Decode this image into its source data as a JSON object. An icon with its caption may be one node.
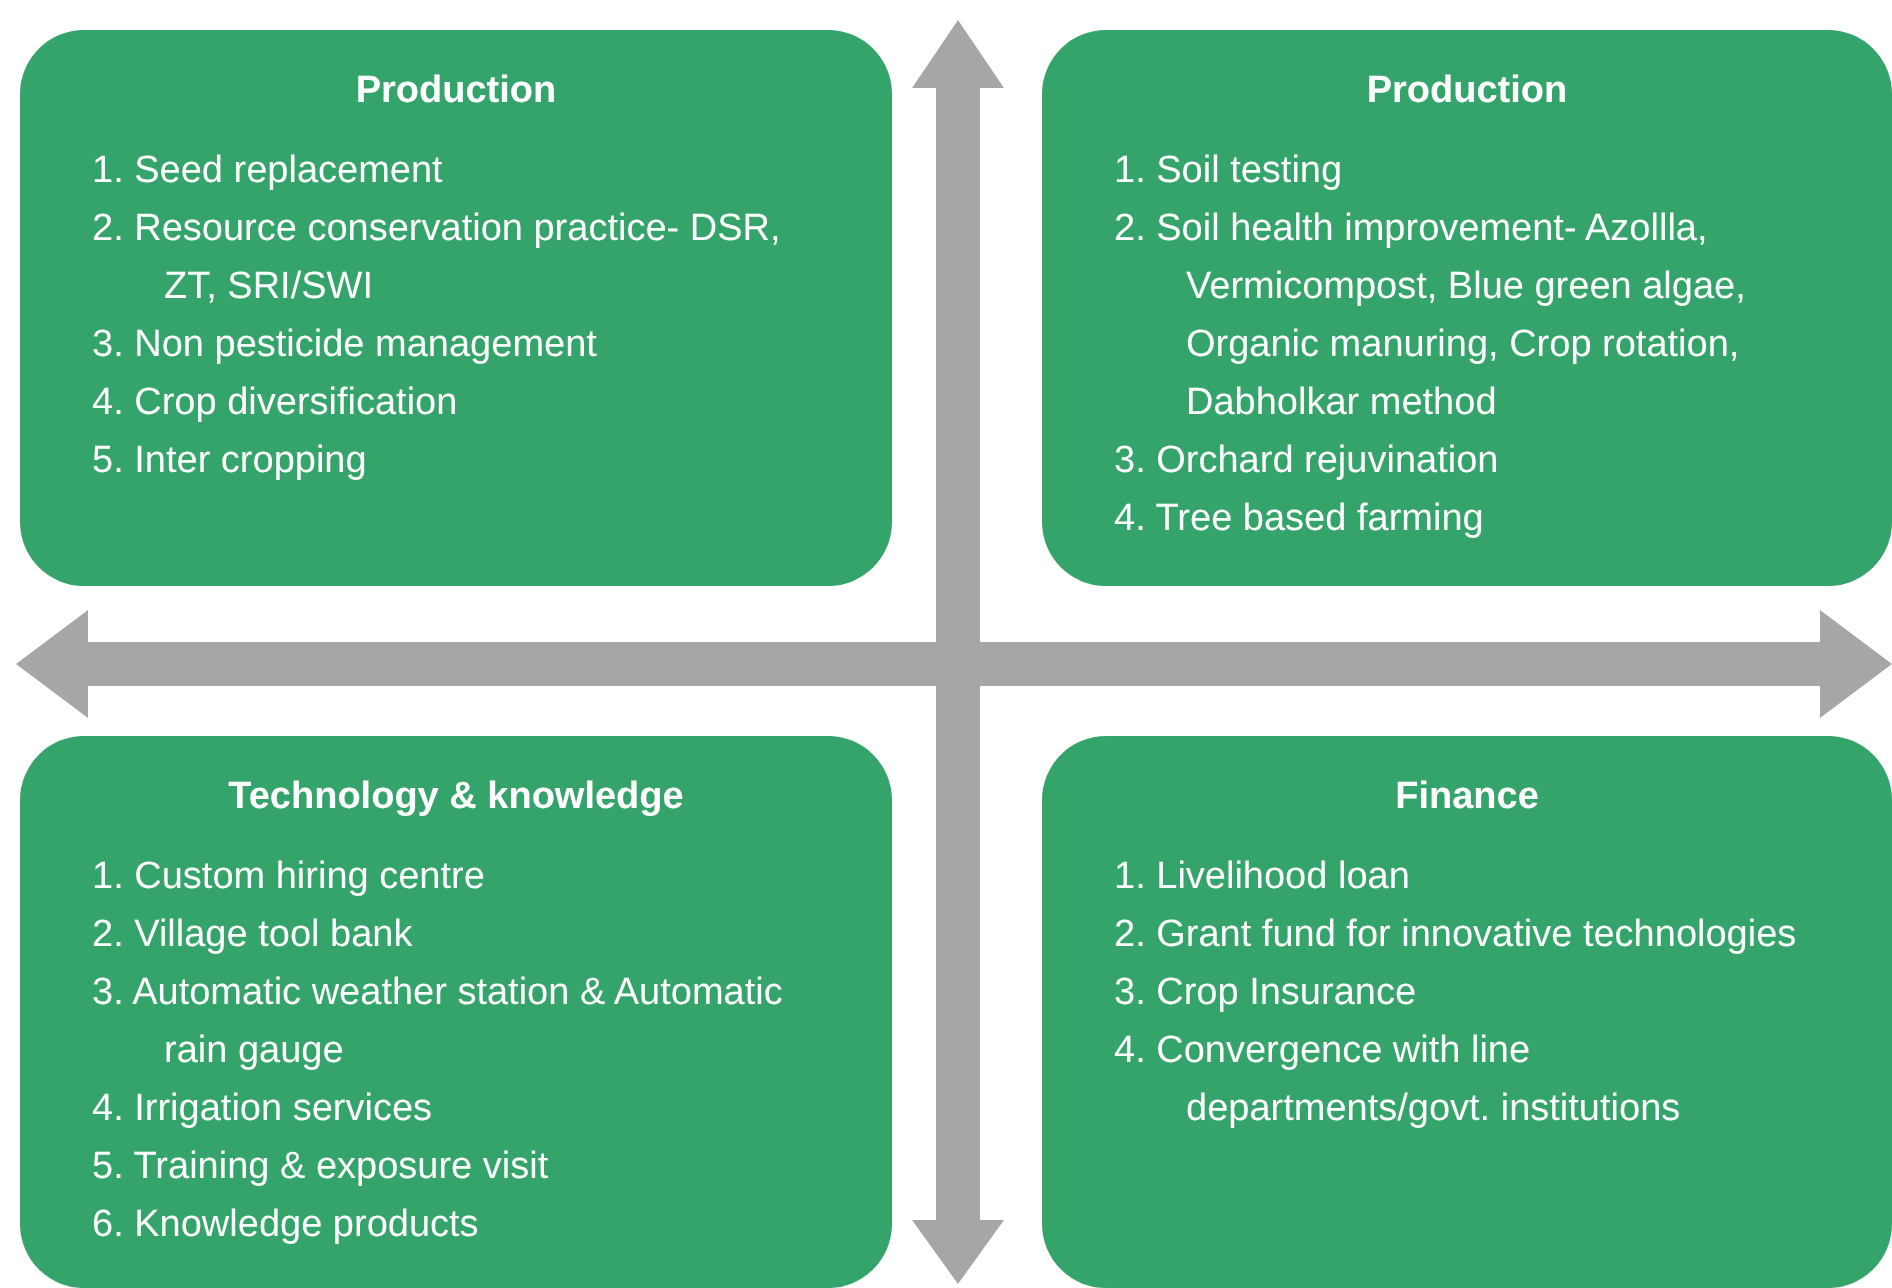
{
  "diagram": {
    "nodes": [
      {
        "text": [
          "Production",
          "1. Seed replacement",
          "2. Resource conservation practice- DSR, ZT, SRI/SWI",
          "3. Non pesticide management",
          "4. Crop diversification",
          "5. Inter cropping"
        ]
      },
      {
        "text": [
          "Production",
          "1. Soil testing",
          "2. Soil health improvement- Azollla, Vermicompost, Blue green algae, Organic manuring, Crop rotation, Dabholkar method",
          "3. Orchard rejuvination",
          "4. Tree based farming"
        ]
      },
      {
        "text": [
          "Technology & knowledge",
          "1. Custom hiring centre",
          "2. Village tool bank",
          "3. Automatic weather station & Automatic rain gauge",
          "4. Irrigation services",
          "5. Training & exposure visit",
          "6. Knowledge products"
        ]
      },
      {
        "text": [
          "Finance",
          "1. Livelihood loan",
          "2. Grant fund for innovative technologies",
          "3. Crop Insurance",
          "4. Convergence with line departments/govt. institutions"
        ]
      }
    ]
  }
}
